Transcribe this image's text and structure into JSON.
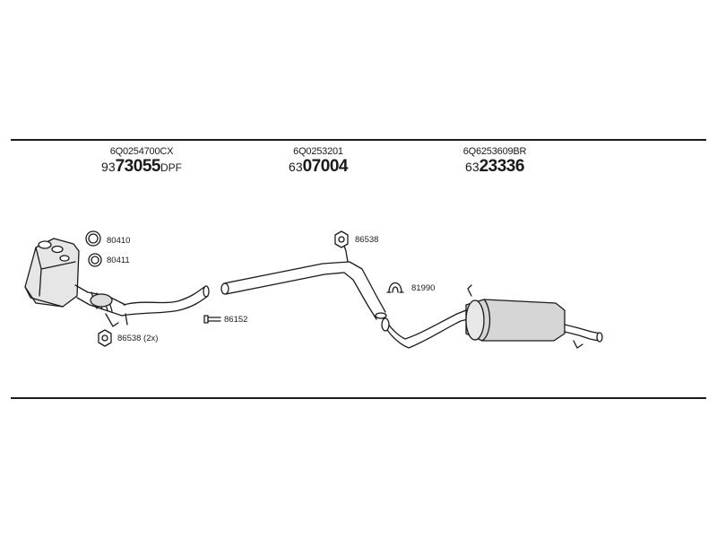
{
  "parts": [
    {
      "oe_number": "6Q0254700CX",
      "code_prefix": "93",
      "code_main": "73055",
      "code_suffix": "DPF"
    },
    {
      "oe_number": "6Q0253201",
      "code_prefix": "63",
      "code_main": "07004",
      "code_suffix": ""
    },
    {
      "oe_number": "6Q6253609BR",
      "code_prefix": "63",
      "code_main": "23336",
      "code_suffix": ""
    }
  ],
  "callouts": {
    "gasket_1": "80410",
    "gasket_2": "80411",
    "nut_dpf": "86538 (2x)",
    "clamp": "86152",
    "nut_pipe": "86538",
    "hanger": "81990"
  },
  "colors": {
    "line": "#1a1a1a",
    "fill_light": "#e8e8e8",
    "fill_mid": "#cfcfcf"
  }
}
